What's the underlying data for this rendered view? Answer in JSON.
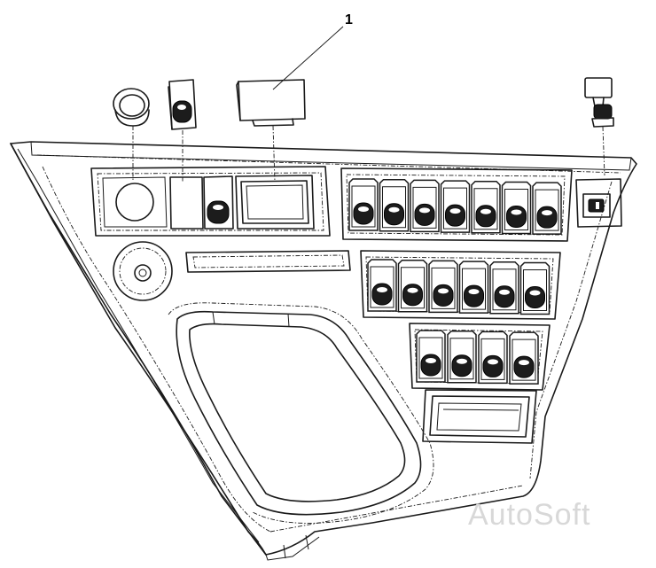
{
  "callout": {
    "label": "1"
  },
  "watermark": {
    "text": "AutoSoft"
  },
  "panel": {
    "switch_rows": [
      {
        "row": "upper-right",
        "count": 7
      },
      {
        "row": "middle-right",
        "count": 6
      },
      {
        "row": "lower-right",
        "count": 4
      }
    ]
  }
}
